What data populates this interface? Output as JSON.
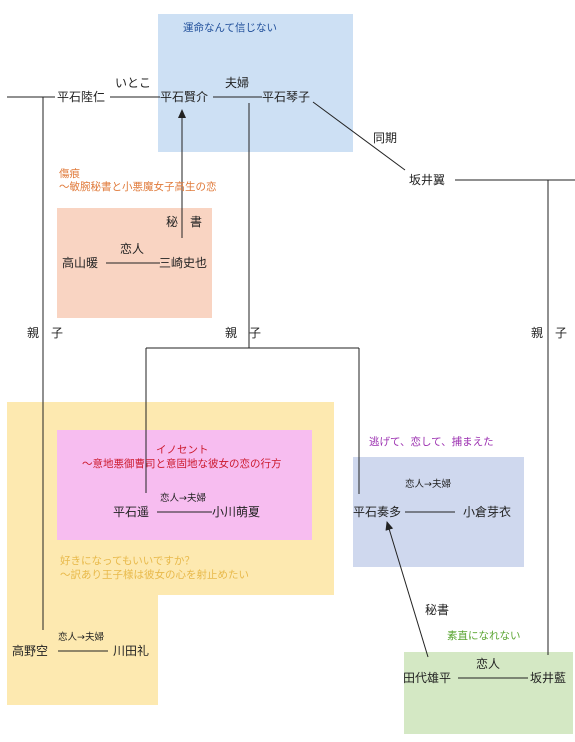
{
  "colors": {
    "blue_box": "#cde0f4",
    "peach_box": "#f9d4c2",
    "yellow_box": "#fde9b0",
    "pink_box": "#f7bdf0",
    "lavender_box": "#cfd8ee",
    "green_box": "#d4e8c4",
    "caption_blue": "#1f4e9a",
    "caption_orange": "#e07a3a",
    "caption_red": "#cc1a2e",
    "caption_yellow": "#e8b94a",
    "caption_purple": "#9b2fb0",
    "caption_green": "#5aa531",
    "line": "#222222"
  },
  "captions": {
    "unmei": "運命なんて信じない",
    "kizuato_1": "傷痕",
    "kizuato_2": "～敏腕秘書と小悪魔女子高生の恋",
    "innocent_1": "イノセント",
    "innocent_2": "～意地悪御曹司と意固地な彼女の恋の行方",
    "suki_1": "好きになってもいいですか？",
    "suki_2": "～訳あり王子様は彼女の心を射止めたい",
    "nigete": "逃げて、恋して、捕まえた",
    "sunao": "素直になれない"
  },
  "people": {
    "rikuhito": "平石陸仁",
    "kensuke": "平石賢介",
    "kotoko": "平石琴子",
    "tsubasa": "坂井翼",
    "dan": "高山暖",
    "shiya": "三崎史也",
    "haruka": "平石遥",
    "moeka": "小川萌夏",
    "kanata": "平石奏多",
    "mei": "小倉芽衣",
    "sora": "高野空",
    "rei": "川田礼",
    "yuhei": "田代雄平",
    "ai": "坂井藍"
  },
  "relations": {
    "itoko": "いとこ",
    "fuufu": "夫婦",
    "douki": "同期",
    "hisho_spaced": "秘　書",
    "koibito": "恋人",
    "oyako": "親　子",
    "koibito_fuufu": "恋人→夫婦",
    "hisho": "秘書"
  }
}
